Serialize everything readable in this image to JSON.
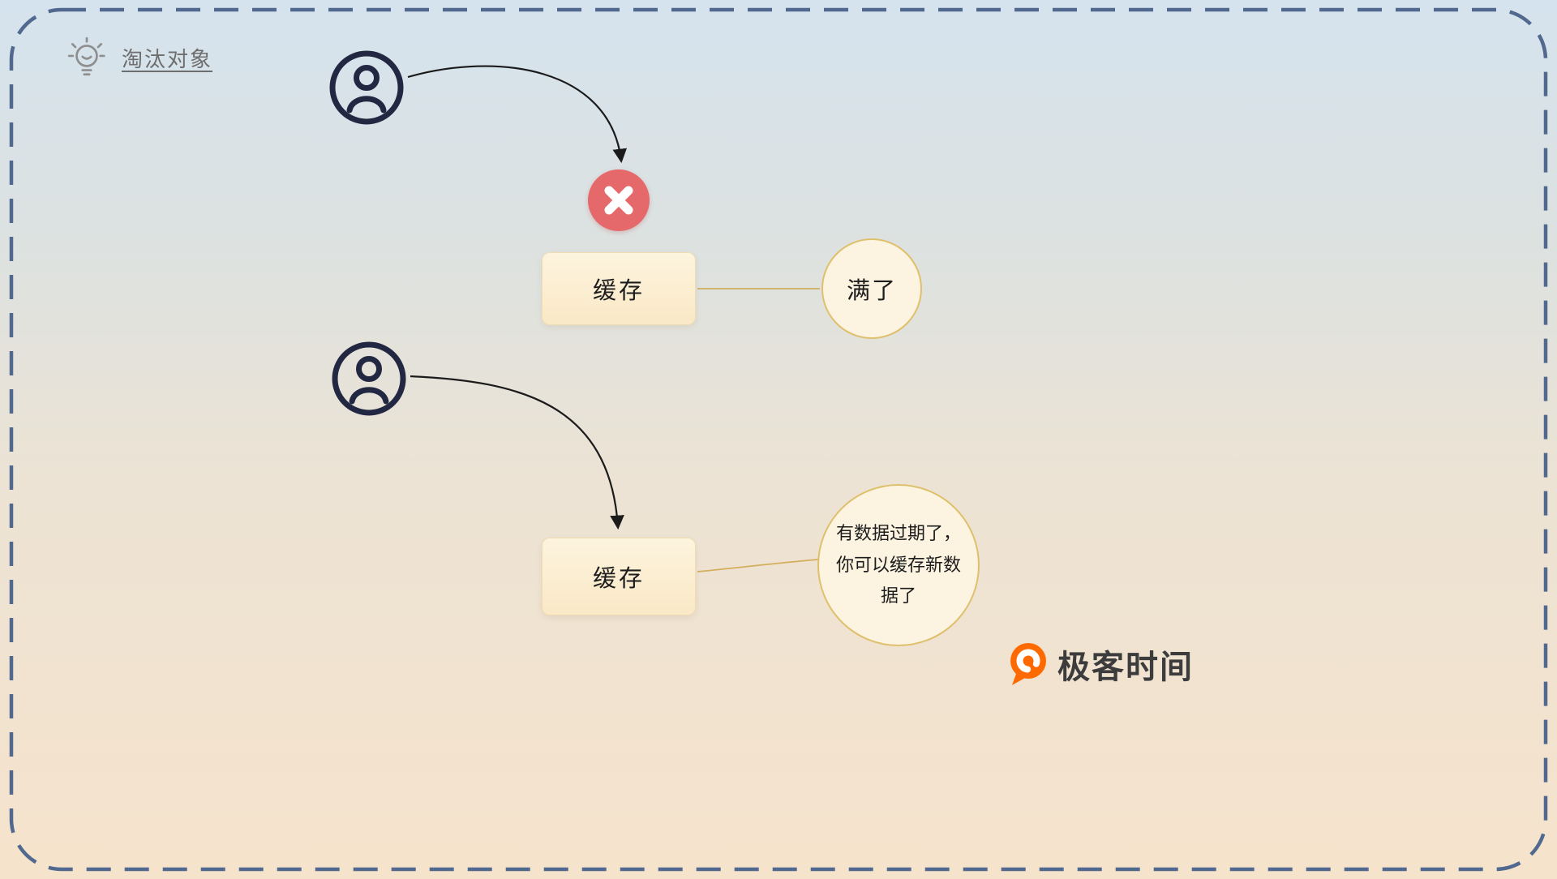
{
  "header": {
    "title": "淘汰对象"
  },
  "diagram": {
    "scenario_full": {
      "cache_label": "缓存",
      "status_label": "满了"
    },
    "scenario_expired": {
      "cache_label": "缓存",
      "status_label": "有数据过期了，你可以缓存新数据了"
    }
  },
  "footer": {
    "brand": "极客时间"
  },
  "icons": {
    "lightbulb": "lightbulb-icon",
    "user": "user-icon",
    "error": "error-x-icon",
    "logo": "geektime-logo-icon"
  },
  "colors": {
    "background_top": "#d5e3ee",
    "background_bottom": "#f6e3cc",
    "dashed_border": "#51698f",
    "error_red": "#e5696b",
    "node_fill": "#fbeccd",
    "node_border": "#f0dcb2",
    "circle_border": "#dec06c",
    "user_ink": "#232842",
    "brand_orange": "#ff6a00",
    "title_gray": "#6e6e6e"
  }
}
